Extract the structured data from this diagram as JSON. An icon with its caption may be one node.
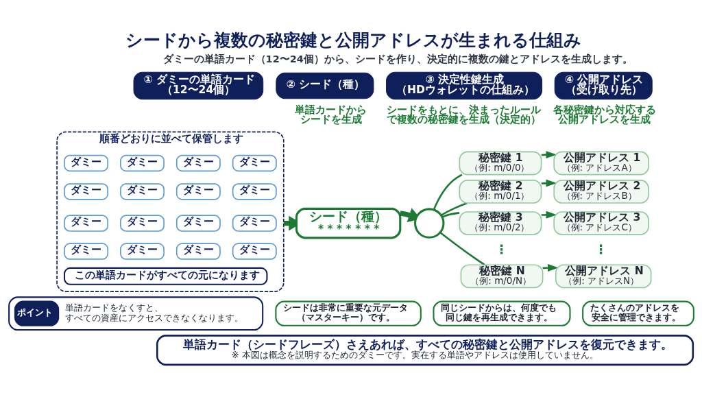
{
  "diagram": {
    "title": "シードから複数の秘密鍵と公開アドレスが生まれる仕組み",
    "nodes": [
      {
        "text": [
          "① ダミーの単語カード（12〜24個）"
        ]
      },
      {
        "text": [
          "順番どおりに並べて保管します"
        ]
      },
      {
        "text": [
          "ダミー"
        ],
        "in": 1
      },
      {
        "text": [
          "ダミー"
        ],
        "in": 1
      },
      {
        "text": [
          "ダミー"
        ],
        "in": 1
      },
      {
        "text": [
          "ダミー"
        ],
        "in": 1
      },
      {
        "text": [
          "ダミー"
        ],
        "in": 1
      },
      {
        "text": [
          "ダミー"
        ],
        "in": 1
      },
      {
        "text": [
          "ダミー"
        ],
        "in": 1
      },
      {
        "text": [
          "ダミー"
        ],
        "in": 1
      },
      {
        "text": [
          "ダミー"
        ],
        "in": 1
      },
      {
        "text": [
          "ダミー"
        ],
        "in": 1
      },
      {
        "text": [
          "ダミー"
        ],
        "in": 1
      },
      {
        "text": [
          "ダミー"
        ],
        "in": 1
      },
      {
        "text": [
          "ダミー"
        ],
        "in": 1
      },
      {
        "text": [
          "ダミー"
        ],
        "in": 1
      },
      {
        "text": [
          "ダミー"
        ],
        "in": 1
      },
      {
        "text": [
          "ダミー"
        ],
        "in": 1
      },
      {
        "text": [
          "この単語カードがすべての元になります"
        ],
        "in": 1
      },
      {
        "text": [
          "② シード（種）"
        ]
      },
      {
        "text": [
          "シード（種）",
          "* * * * * * *"
        ]
      },
      {
        "text": [
          "③ 決定性鍵生成（HDウォレットの仕組み）"
        ]
      },
      {
        "text": [],
        "shape": "circle"
      },
      {
        "text": [
          "秘密鍵 1",
          "（例: m/0/0）"
        ]
      },
      {
        "text": [
          "秘密鍵 2",
          "（例: m/0/1）"
        ]
      },
      {
        "text": [
          "秘密鍵 3",
          "（例: m/0/2）"
        ]
      },
      {
        "text": [
          "秘密鍵 N",
          "（例: m/0/N）"
        ]
      },
      {
        "text": [
          "④ 公開アドレス（受け取り先）"
        ]
      },
      {
        "text": [
          "公開アドレス 1",
          "（例: アドレスA）"
        ]
      },
      {
        "text": [
          "公開アドレス 2",
          "（例: アドレスB）"
        ]
      },
      {
        "text": [
          "公開アドレス 3",
          "（例: アドレスC）"
        ]
      },
      {
        "text": [
          "公開アドレス N",
          "（例: アドレスN）"
        ]
      },
      {
        "text": [
          "ポイント",
          "単語カードをなくすと、すべての資産にアクセスできなくなります。"
        ]
      },
      {
        "text": [
          "シードは非常に重要な元データ（マスターキー）です。"
        ]
      },
      {
        "text": [
          "同じシードからは、何度でも同じ鍵を再生成できます。"
        ]
      },
      {
        "text": [
          "たくさんのアドレスを安全に管理できます。"
        ]
      },
      {
        "text": [
          "単語カード（シードフレーズ）さえあれば、すべての秘密鍵と公開アドレスを復元できます。",
          "※ 本図は概念を説明するためのダミーです。実在する単語やアドレスは使用していません。"
        ]
      }
    ],
    "edges": [
      {
        "from": 1,
        "to": 20,
        "arrow": "to",
        "style": "thick"
      },
      {
        "from": 20,
        "to": 22,
        "arrow": "to",
        "style": "thick"
      },
      {
        "from": 22,
        "to": 23,
        "arrow": "none"
      },
      {
        "from": 22,
        "to": 24,
        "arrow": "none"
      },
      {
        "from": 22,
        "to": 25,
        "arrow": "none"
      },
      {
        "from": 22,
        "to": 26,
        "arrow": "none"
      },
      {
        "from": 23,
        "to": 28,
        "arrow": "to"
      },
      {
        "from": 24,
        "to": 29,
        "arrow": "to"
      },
      {
        "from": 25,
        "to": 30,
        "arrow": "to"
      },
      {
        "from": 26,
        "to": 31,
        "arrow": "to"
      }
    ],
    "labels": [
      "ダミーの単語カード（12〜24個）から、シードを作り、決定的に複数の鍵とアドレスを生成します。",
      "単語カードからシードを生成",
      "シードをもとに、決まったルールで複数の秘密鍵を生成（決定的）",
      "各秘密鍵から対応する公開アドレスを生成",
      "⋮",
      "⋮"
    ]
  }
}
